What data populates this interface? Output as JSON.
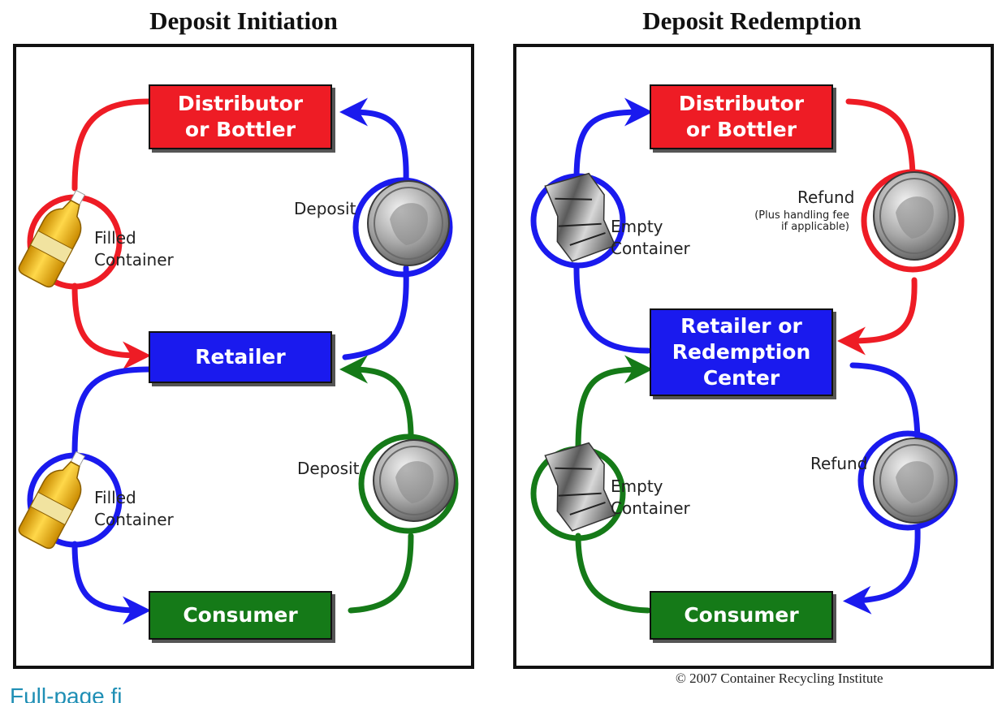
{
  "panels": {
    "initiation": {
      "title": "Deposit Initiation",
      "distributor": "Distributor\nor Bottler",
      "retailer": "Retailer",
      "consumer": "Consumer",
      "filled_top": "Filled\nContainer",
      "filled_bottom": "Filled\nContainer",
      "deposit_top": "Deposit",
      "deposit_bottom": "Deposit"
    },
    "redemption": {
      "title": "Deposit Redemption",
      "distributor": "Distributor\nor Bottler",
      "retailer": "Retailer or\nRedemption\nCenter",
      "consumer": "Consumer",
      "empty_top": "Empty\nContainer",
      "empty_bottom": "Empty\nContainer",
      "refund_top": "Refund",
      "refund_top_note": "(Plus handling fee\nif applicable)",
      "refund_bottom": "Refund"
    }
  },
  "copyright": "© 2007 Container Recycling Institute",
  "link_text": "Full-page fi",
  "colors": {
    "red": "#ee1c25",
    "blue": "#1a1aee",
    "green": "#157a18"
  },
  "icons": [
    "coin-icon",
    "bottle-icon",
    "crushed-can-icon"
  ]
}
